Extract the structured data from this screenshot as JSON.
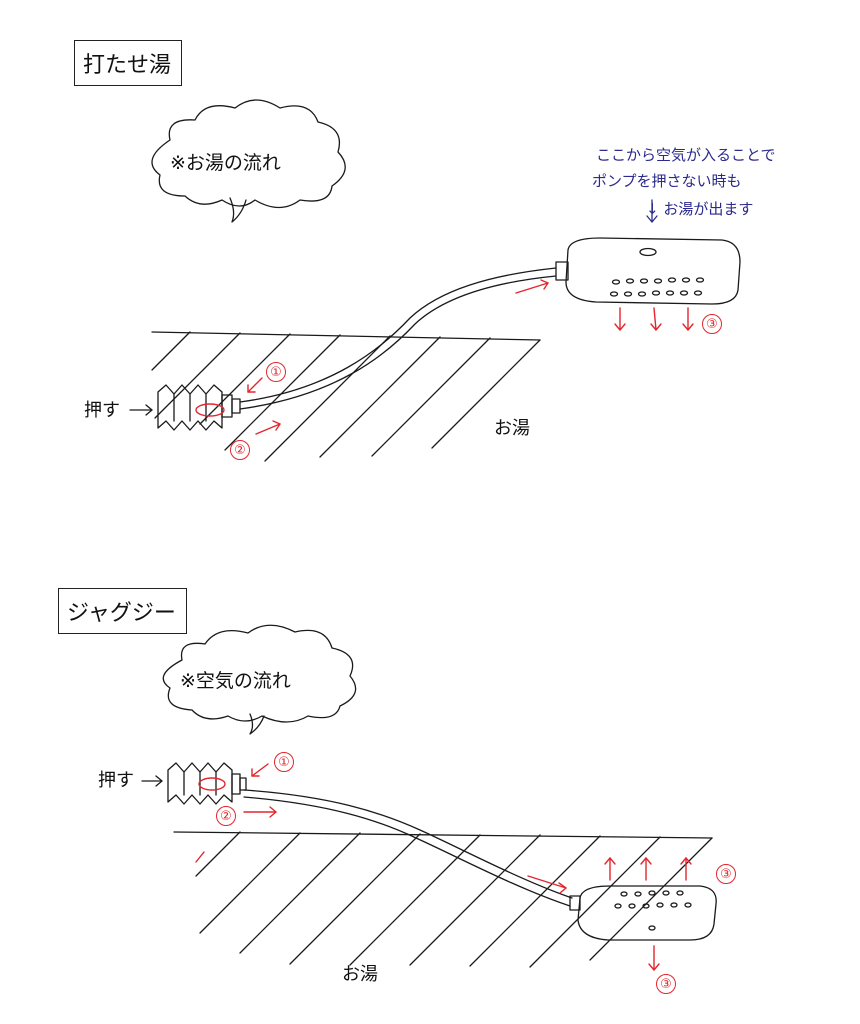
{
  "top": {
    "title": "打たせ湯",
    "bubble": "※お湯の流れ",
    "note_lines": [
      "ここから空気が入ることで",
      "ポンプを押さない時も",
      "↓ お湯が出ます"
    ],
    "push_label": "押す",
    "water_label": "お湯",
    "markers": [
      "①",
      "②",
      "③"
    ]
  },
  "bottom": {
    "title": "ジャグジー",
    "bubble": "※空気の流れ",
    "push_label": "押す",
    "water_label": "お湯",
    "markers": [
      "①",
      "②",
      "③",
      "③"
    ]
  },
  "colors": {
    "ink": "#111111",
    "arrow": "#e3262e",
    "note": "#2c2a8c"
  }
}
